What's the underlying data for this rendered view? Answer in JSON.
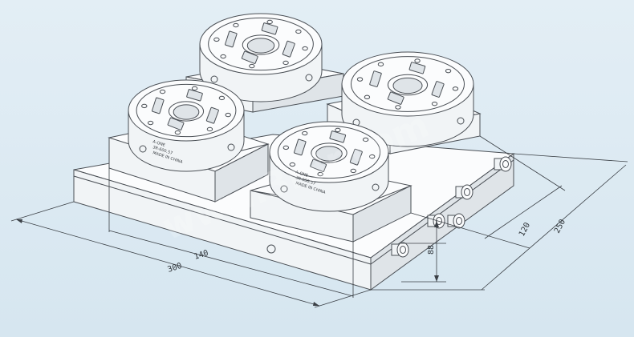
{
  "dimensions": {
    "width_overall": "300",
    "width_inner": "140",
    "depth_inner": "120",
    "depth_overall": "250",
    "height": "88"
  },
  "chuck_marking": {
    "brand": "A-ONE",
    "line2": "3R-600.57",
    "line3": "MADE IN CHINA"
  },
  "watermark": "www.3r3r.com",
  "colors": {
    "background": "#dce9f1",
    "line": "#4a4f55",
    "fill": "#fbfcfd"
  }
}
